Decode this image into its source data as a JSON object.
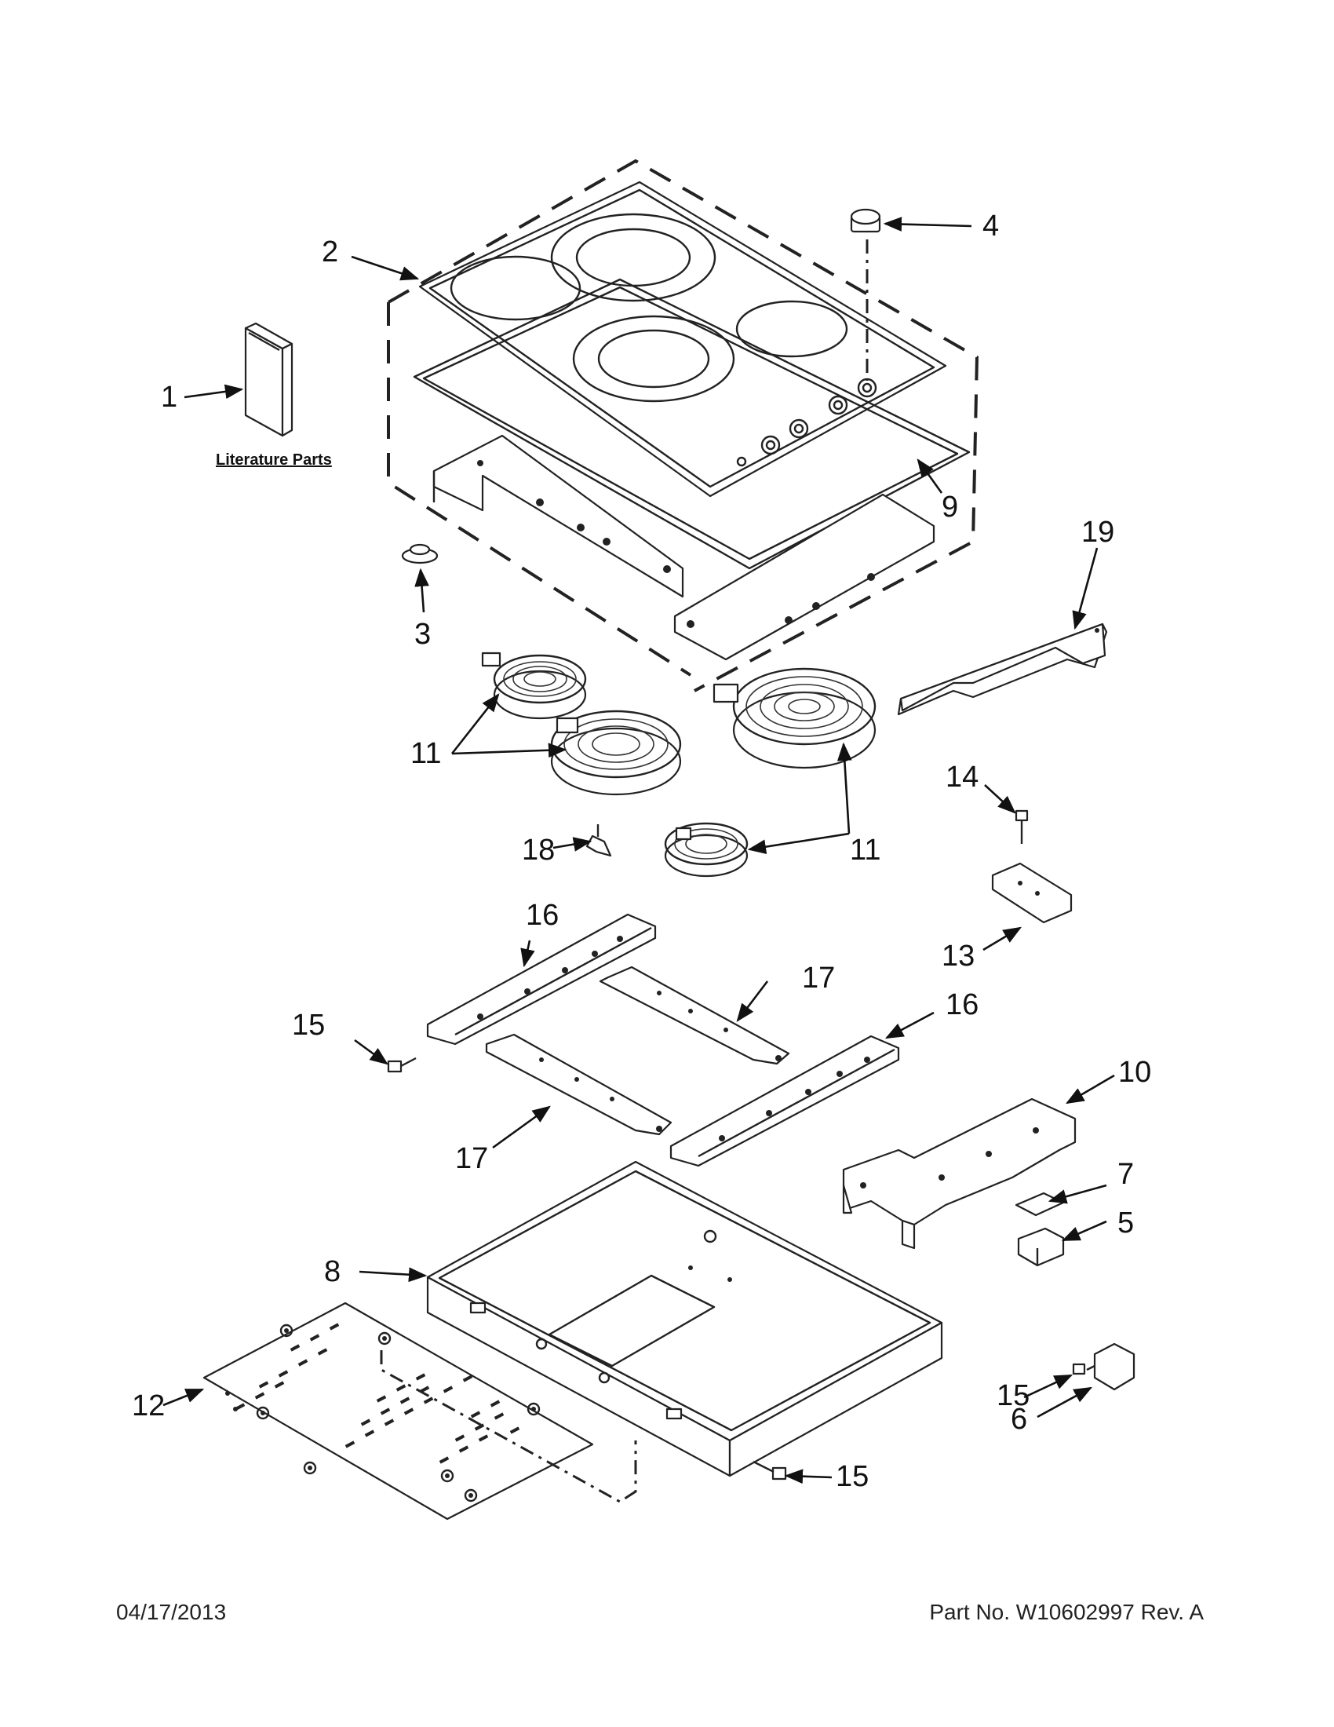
{
  "footer": {
    "date": "04/17/2013",
    "part_number": "Part No.  W10602997  Rev.  A"
  },
  "literature_label": "Literature Parts",
  "callouts": {
    "c1": "1",
    "c2": "2",
    "c3": "3",
    "c4": "4",
    "c5": "5",
    "c6": "6",
    "c7": "7",
    "c8": "8",
    "c9": "9",
    "c10": "10",
    "c11a": "11",
    "c11b": "11",
    "c12": "12",
    "c13": "13",
    "c14": "14",
    "c15a": "15",
    "c15b": "15",
    "c15c": "15",
    "c16a": "16",
    "c16b": "16",
    "c17a": "17",
    "c17b": "17",
    "c18": "18",
    "c19": "19"
  }
}
